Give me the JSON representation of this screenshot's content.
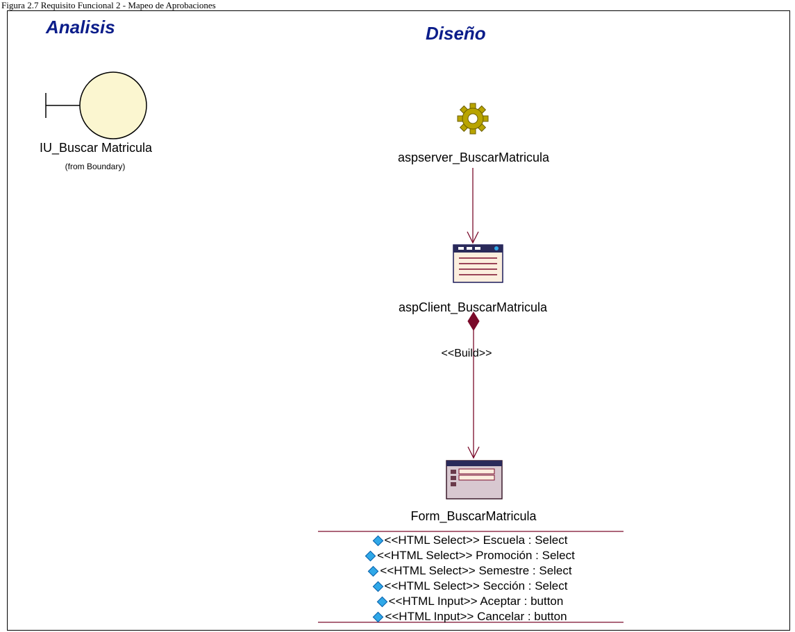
{
  "caption": "Figura 2.7 Requisito Funcional 2 - Mapeo de Aprobaciones",
  "headings": {
    "analysis": "Analisis",
    "design": "Diseño"
  },
  "boundary": {
    "name": "IU_Buscar Matricula",
    "from": "(from Boundary)",
    "icon": "boundary-icon"
  },
  "server": {
    "name": "aspserver_BuscarMatricula",
    "icon": "gear-icon"
  },
  "client": {
    "name": "aspClient_BuscarMatricula",
    "icon": "client-page-icon"
  },
  "build_label": "<<Build>>",
  "form": {
    "name": "Form_BuscarMatricula",
    "icon": "form-icon",
    "attributes": [
      "<<HTML Select>> Escuela : Select",
      "<<HTML Select>> Promoción : Select",
      "<<HTML Select>> Semestre : Select",
      "<<HTML Select>> Sección : Select",
      "<<HTML Input>> Aceptar : button",
      "<<HTML Input>> Cancelar : button"
    ]
  },
  "colors": {
    "heading": "#0b1d8a",
    "connector": "#7a0a2a",
    "boundary_fill": "#fbf6d0",
    "gear": "#b8a400"
  }
}
